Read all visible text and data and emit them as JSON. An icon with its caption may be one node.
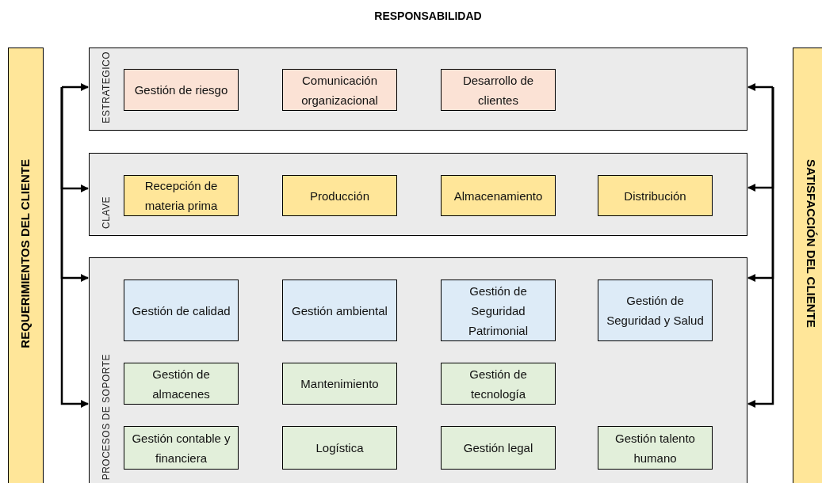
{
  "diagram": {
    "title": "RESPONSABILIDAD",
    "nodes": [
      {
        "text": [
          "REQUERIMIENTOS DEL CLIENTE"
        ]
      },
      {
        "text": [
          "ESTRATEGICO"
        ]
      },
      {
        "text": [
          "Gestión de riesgo"
        ],
        "in": 1
      },
      {
        "text": [
          "Comunicación organizacional"
        ],
        "in": 1
      },
      {
        "text": [
          "Desarrollo de clientes"
        ],
        "in": 1
      },
      {
        "text": [
          "CLAVE"
        ]
      },
      {
        "text": [
          "Recepción de materia prima"
        ],
        "in": 5
      },
      {
        "text": [
          "Producción"
        ],
        "in": 5
      },
      {
        "text": [
          "Almacenamiento"
        ],
        "in": 5
      },
      {
        "text": [
          "Distribución"
        ],
        "in": 5
      },
      {
        "text": [
          "PROCESOS DE SOPORTE"
        ]
      },
      {
        "text": [
          "Gestión de calidad"
        ],
        "in": 10
      },
      {
        "text": [
          "Gestión ambiental"
        ],
        "in": 10
      },
      {
        "text": [
          "Gestión de Seguridad Patrimonial"
        ],
        "in": 10
      },
      {
        "text": [
          "Gestión de Seguridad y Salud"
        ],
        "in": 10
      },
      {
        "text": [
          "Gestión de almacenes"
        ],
        "in": 10
      },
      {
        "text": [
          "Mantenimiento"
        ],
        "in": 10
      },
      {
        "text": [
          "Gestión de tecnología"
        ],
        "in": 10
      },
      {
        "text": [
          "Gestión contable y financiera"
        ],
        "in": 10
      },
      {
        "text": [
          "Logística"
        ],
        "in": 10
      },
      {
        "text": [
          "Gestión legal"
        ],
        "in": 10
      },
      {
        "text": [
          "Gestión talento humano"
        ],
        "in": 10
      },
      {
        "text": [
          "SATISFACCIÓN DEL CLIENTE"
        ]
      }
    ],
    "edges": [
      {
        "from": null,
        "to": 1,
        "arrow": "to"
      },
      {
        "from": null,
        "to": 5,
        "arrow": "to"
      },
      {
        "from": null,
        "to": 10,
        "arrow": "to"
      },
      {
        "from": null,
        "to": 10,
        "arrow": "to"
      },
      {
        "from": null,
        "to": 1,
        "arrow": "to"
      },
      {
        "from": null,
        "to": 5,
        "arrow": "to"
      },
      {
        "from": null,
        "to": 10,
        "arrow": "to"
      },
      {
        "from": null,
        "to": 10,
        "arrow": "to"
      }
    ]
  }
}
